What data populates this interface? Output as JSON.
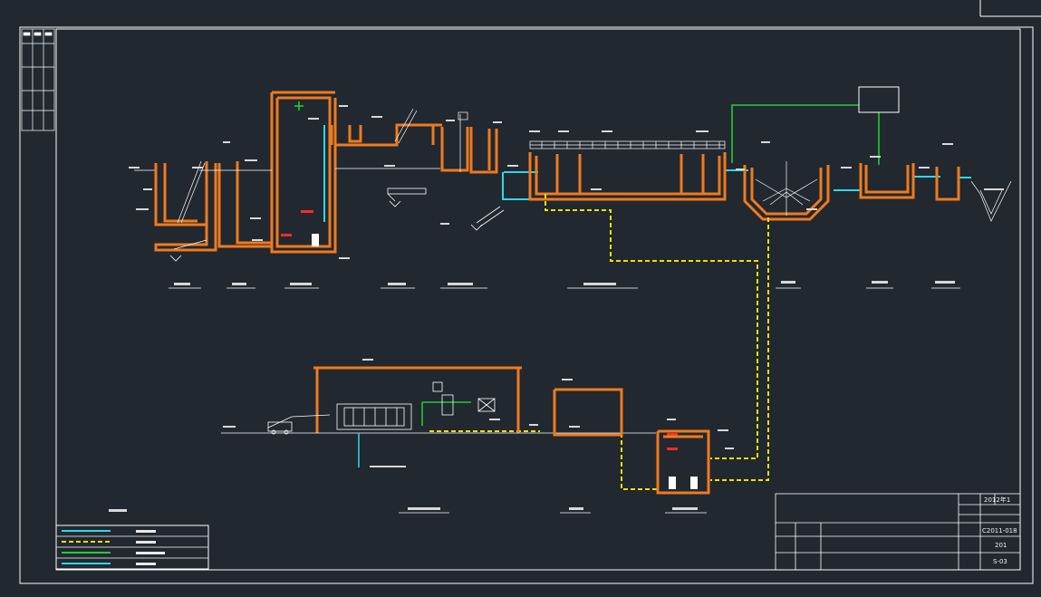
{
  "colors": {
    "background": "#212830",
    "frame": "#ffffff",
    "structure": "#f07a1e",
    "water": "#2ed8e8",
    "sludge": "#f0e000",
    "dosing": "#22cc33",
    "annotation": "#ffffff",
    "highlight": "#ff2a2a"
  },
  "title_block": {
    "date": "2012年1",
    "sheet_code": "C2011-018",
    "drawing_no": "201",
    "sheet_no": "S-03"
  }
}
